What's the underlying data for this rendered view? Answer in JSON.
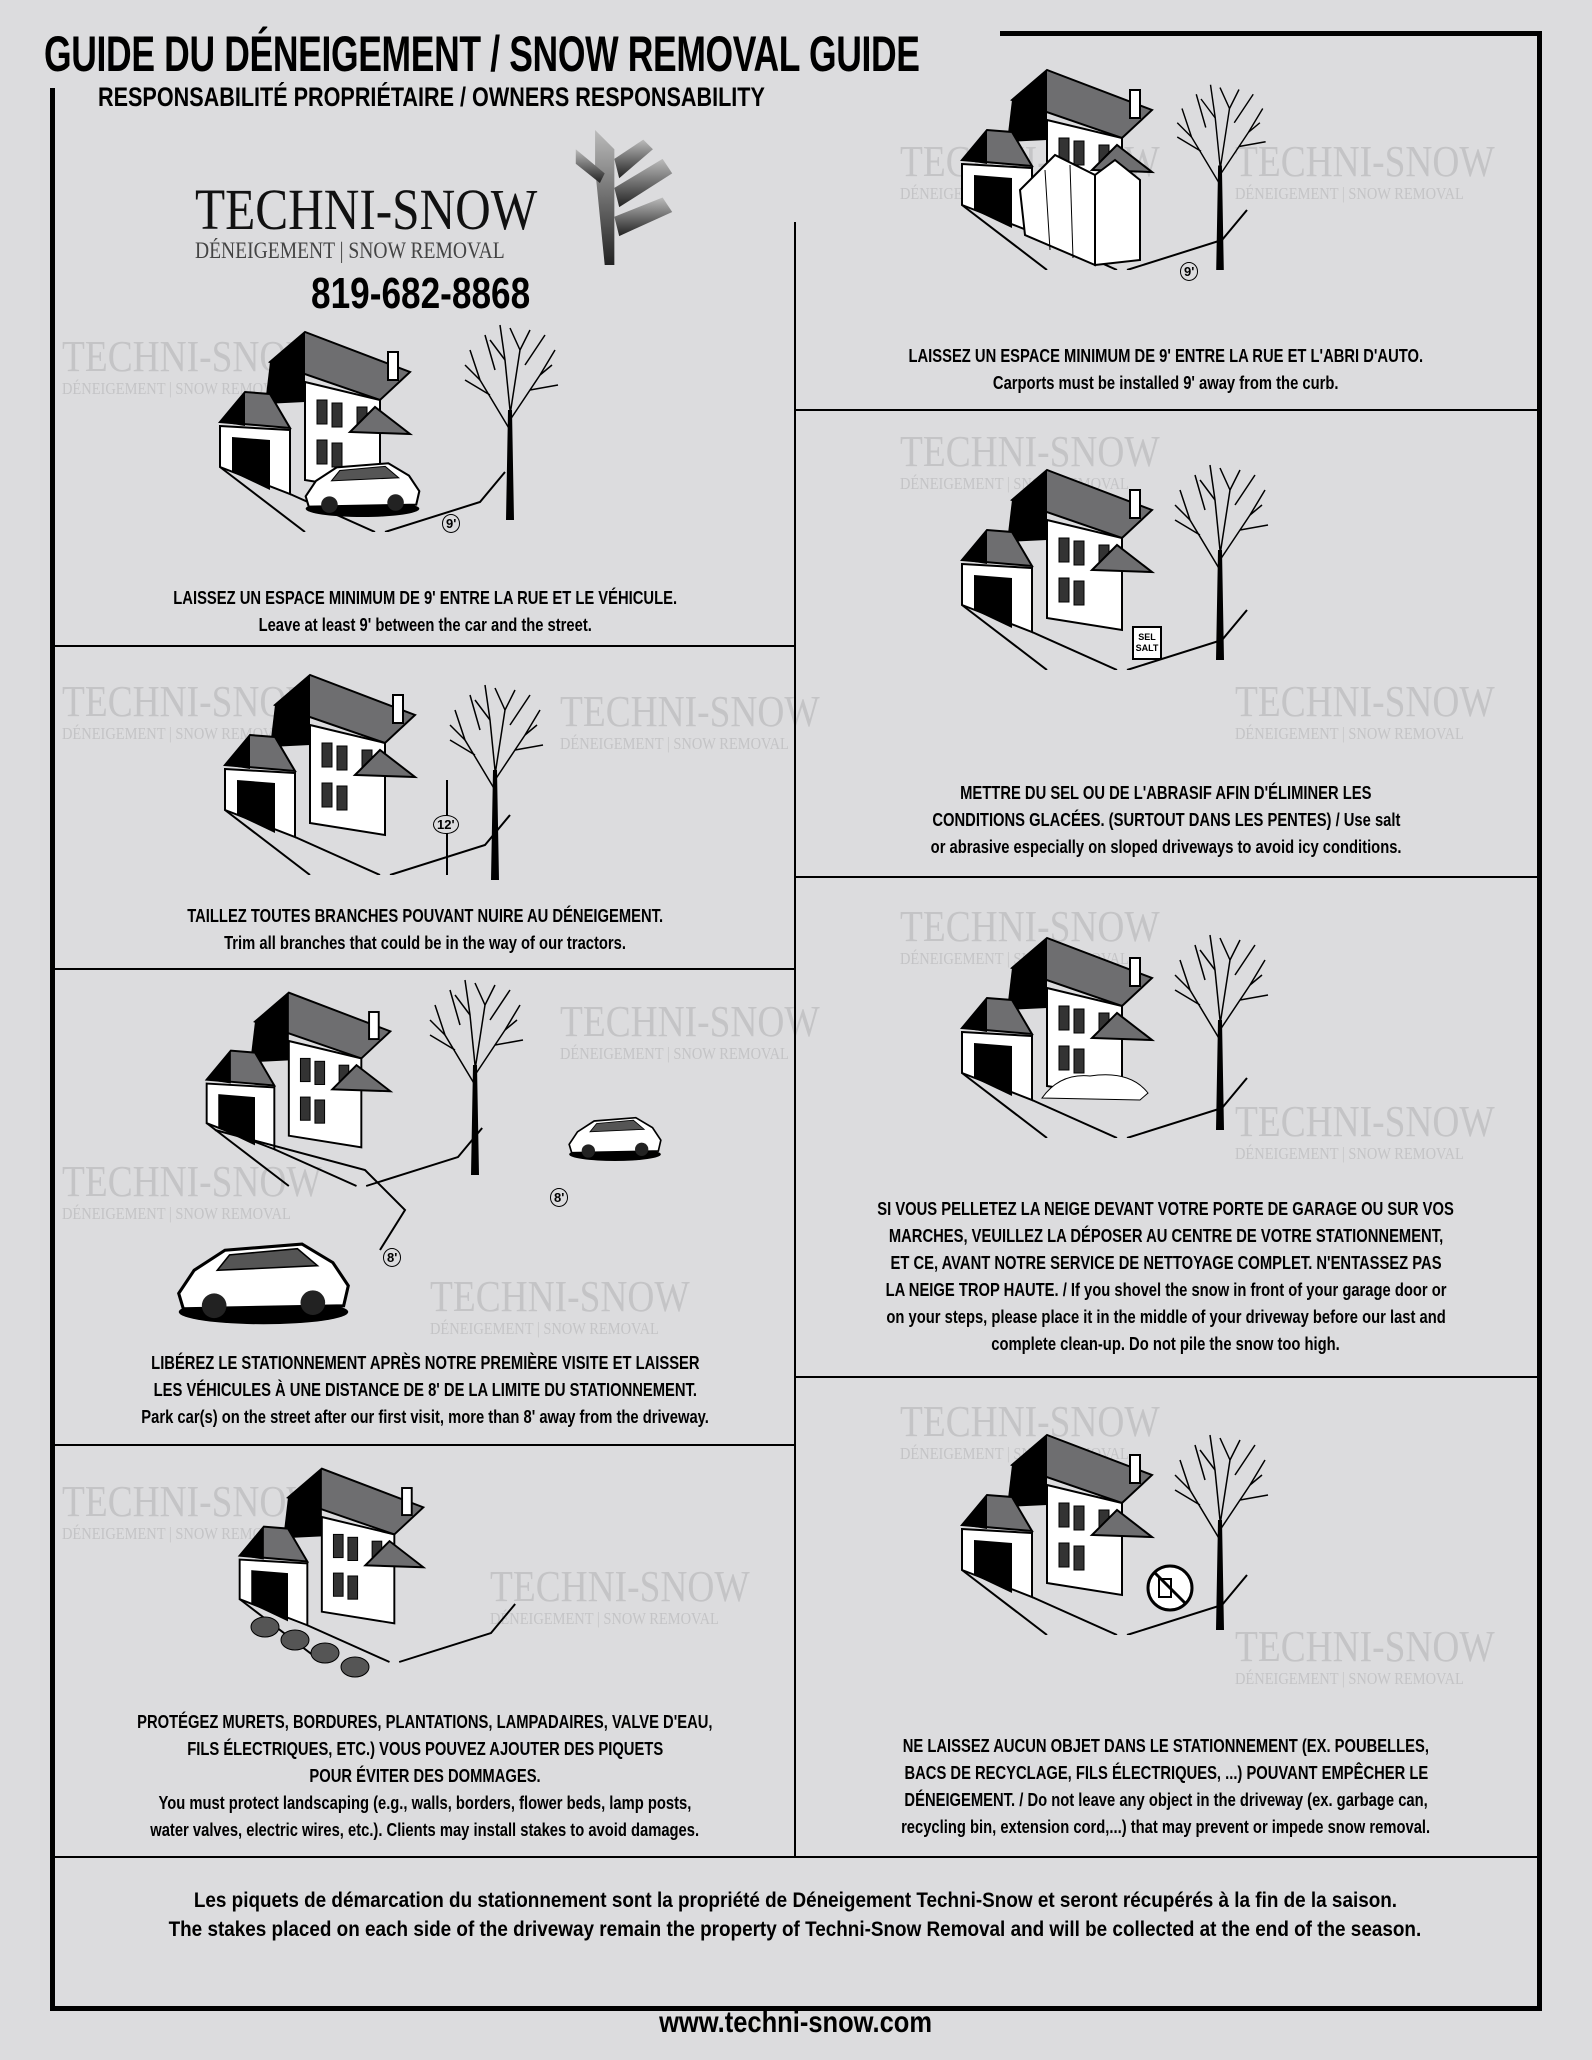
{
  "header": {
    "title": "GUIDE DU DÉNEIGEMENT / SNOW REMOVAL GUIDE",
    "subtitle": "RESPONSABILITÉ PROPRIÉTAIRE / OWNERS RESPONSABILITY"
  },
  "logo": {
    "name": "TECHNI-SNOW",
    "tagline": "DÉNEIGEMENT | SNOW REMOVAL",
    "phone": "819-682-8868"
  },
  "watermark": {
    "name": "TECHNI-SNOW",
    "tagline": "DÉNEIGEMENT | SNOW REMOVAL"
  },
  "panels": {
    "car_distance": {
      "measure": "9'",
      "lines": [
        "LAISSEZ UN ESPACE MINIMUM DE 9' ENTRE LA RUE ET LE VÉHICULE.",
        "Leave at least 9' between the car and the street."
      ]
    },
    "carport": {
      "measure": "9'",
      "lines": [
        "LAISSEZ UN ESPACE MINIMUM DE 9' ENTRE LA RUE ET L'ABRI D'AUTO.",
        "Carports must be installed 9' away from the curb."
      ]
    },
    "salt": {
      "bag_label": "SEL SALT",
      "lines": [
        "METTRE DU SEL OU DE L'ABRASIF AFIN D'ÉLIMINER LES",
        "CONDITIONS GLACÉES. (SURTOUT DANS LES PENTES) / Use salt",
        "or abrasive especially on sloped driveways to avoid icy conditions."
      ]
    },
    "branches": {
      "measure": "12'",
      "lines": [
        "TAILLEZ TOUTES BRANCHES POUVANT NUIRE AU DÉNEIGEMENT.",
        "Trim all branches that could be in the way of our tractors."
      ]
    },
    "shovel": {
      "lines": [
        "SI VOUS PELLETEZ LA NEIGE DEVANT VOTRE PORTE DE GARAGE OU SUR VOS",
        "MARCHES, VEUILLEZ LA DÉPOSER AU CENTRE DE VOTRE STATIONNEMENT,",
        "ET CE, AVANT NOTRE SERVICE DE NETTOYAGE COMPLET. N'ENTASSEZ PAS",
        "LA NEIGE TROP HAUTE. / If you shovel the snow in front of your garage door or",
        "on your steps, please place it in the middle of your driveway before our last and",
        "complete clean-up.  Do not pile the snow too high."
      ]
    },
    "street_parking": {
      "measure": "8'",
      "lines": [
        "LIBÉREZ  LE STATIONNEMENT APRÈS NOTRE PREMIÈRE VISITE ET LAISSER",
        "LES VÉHICULES À UNE DISTANCE DE 8' DE LA LIMITE DU STATIONNEMENT.",
        "Park car(s) on the street after our first visit, more than 8' away from the driveway."
      ]
    },
    "no_objects": {
      "lines": [
        "NE LAISSEZ AUCUN OBJET DANS LE STATIONNEMENT (EX. POUBELLES,",
        "BACS DE RECYCLAGE, FILS ÉLECTRIQUES, ...) POUVANT EMPÊCHER LE",
        "DÉNEIGEMENT. / Do not leave any object in the driveway (ex. garbage can,",
        "recycling bin, extension cord,...) that may prevent or impede snow removal."
      ]
    },
    "protect": {
      "lines": [
        "PROTÉGEZ MURETS, BORDURES, PLANTATIONS, LAMPADAIRES, VALVE D'EAU,",
        "FILS ÉLECTRIQUES, ETC.) VOUS POUVEZ AJOUTER DES PIQUETS",
        "POUR ÉVITER DES DOMMAGES.",
        "You must protect landscaping (e.g., walls, borders, flower beds, lamp posts,",
        "water valves, electric wires, etc.). Clients may install stakes to avoid damages."
      ]
    }
  },
  "footer": {
    "lines": [
      "Les piquets de démarcation du stationnement sont la propriété de Déneigement Techni-Snow et seront récupérés à la fin de la saison.",
      "The stakes placed on each side of the driveway remain the property of Techni-Snow Removal and will be collected at the end of the season."
    ],
    "website": "www.techni-snow.com"
  },
  "colors": {
    "background": "#dcdcde",
    "roof": "#6e6e70",
    "watermark": "#c4c4c6"
  }
}
